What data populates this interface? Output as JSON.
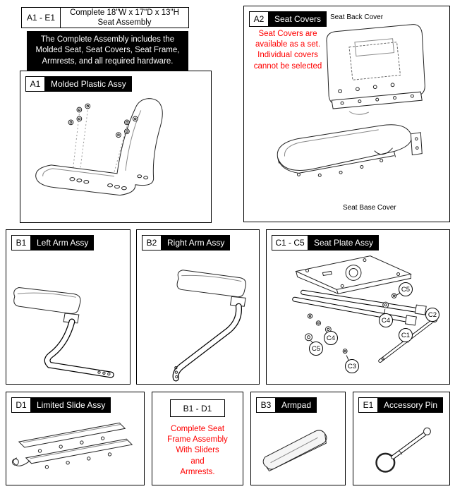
{
  "colors": {
    "note_red": "#ff0000",
    "label_bg": "#000000",
    "label_fg": "#ffffff"
  },
  "panels": {
    "complete": {
      "code": "A1 - E1",
      "title": "Complete 18\"W x 17\"D x 13\"H\nSeat Assembly",
      "description": "The Complete Assembly includes the\nMolded Seat, Seat Covers, Seat Frame,\nArmrests, and all required hardware."
    },
    "molded": {
      "code": "A1",
      "label": "Molded Plastic Assy"
    },
    "seat_covers": {
      "code": "A2",
      "label": "Seat Covers",
      "note": "Seat Covers are\navailable as a set.\nIndividual covers\ncannot be selected",
      "back_cover_label": "Seat Back Cover",
      "base_cover_label": "Seat Base Cover"
    },
    "left_arm": {
      "code": "B1",
      "label": "Left Arm Assy"
    },
    "right_arm": {
      "code": "B2",
      "label": "Right Arm Assy"
    },
    "seat_plate": {
      "code": "C1 - C5",
      "label": "Seat Plate Assy",
      "callouts": [
        "C5",
        "C4",
        "C2",
        "C1",
        "C4",
        "C5",
        "C3"
      ]
    },
    "limited_slide": {
      "code": "D1",
      "label": "Limited Slide Assy"
    },
    "frame_note": {
      "code": "B1 - D1",
      "note": "Complete Seat\nFrame Assembly\nWith Sliders\nand\nArmrests."
    },
    "armpad": {
      "code": "B3",
      "label": "Armpad"
    },
    "accessory_pin": {
      "code": "E1",
      "label": "Accessory Pin"
    }
  }
}
